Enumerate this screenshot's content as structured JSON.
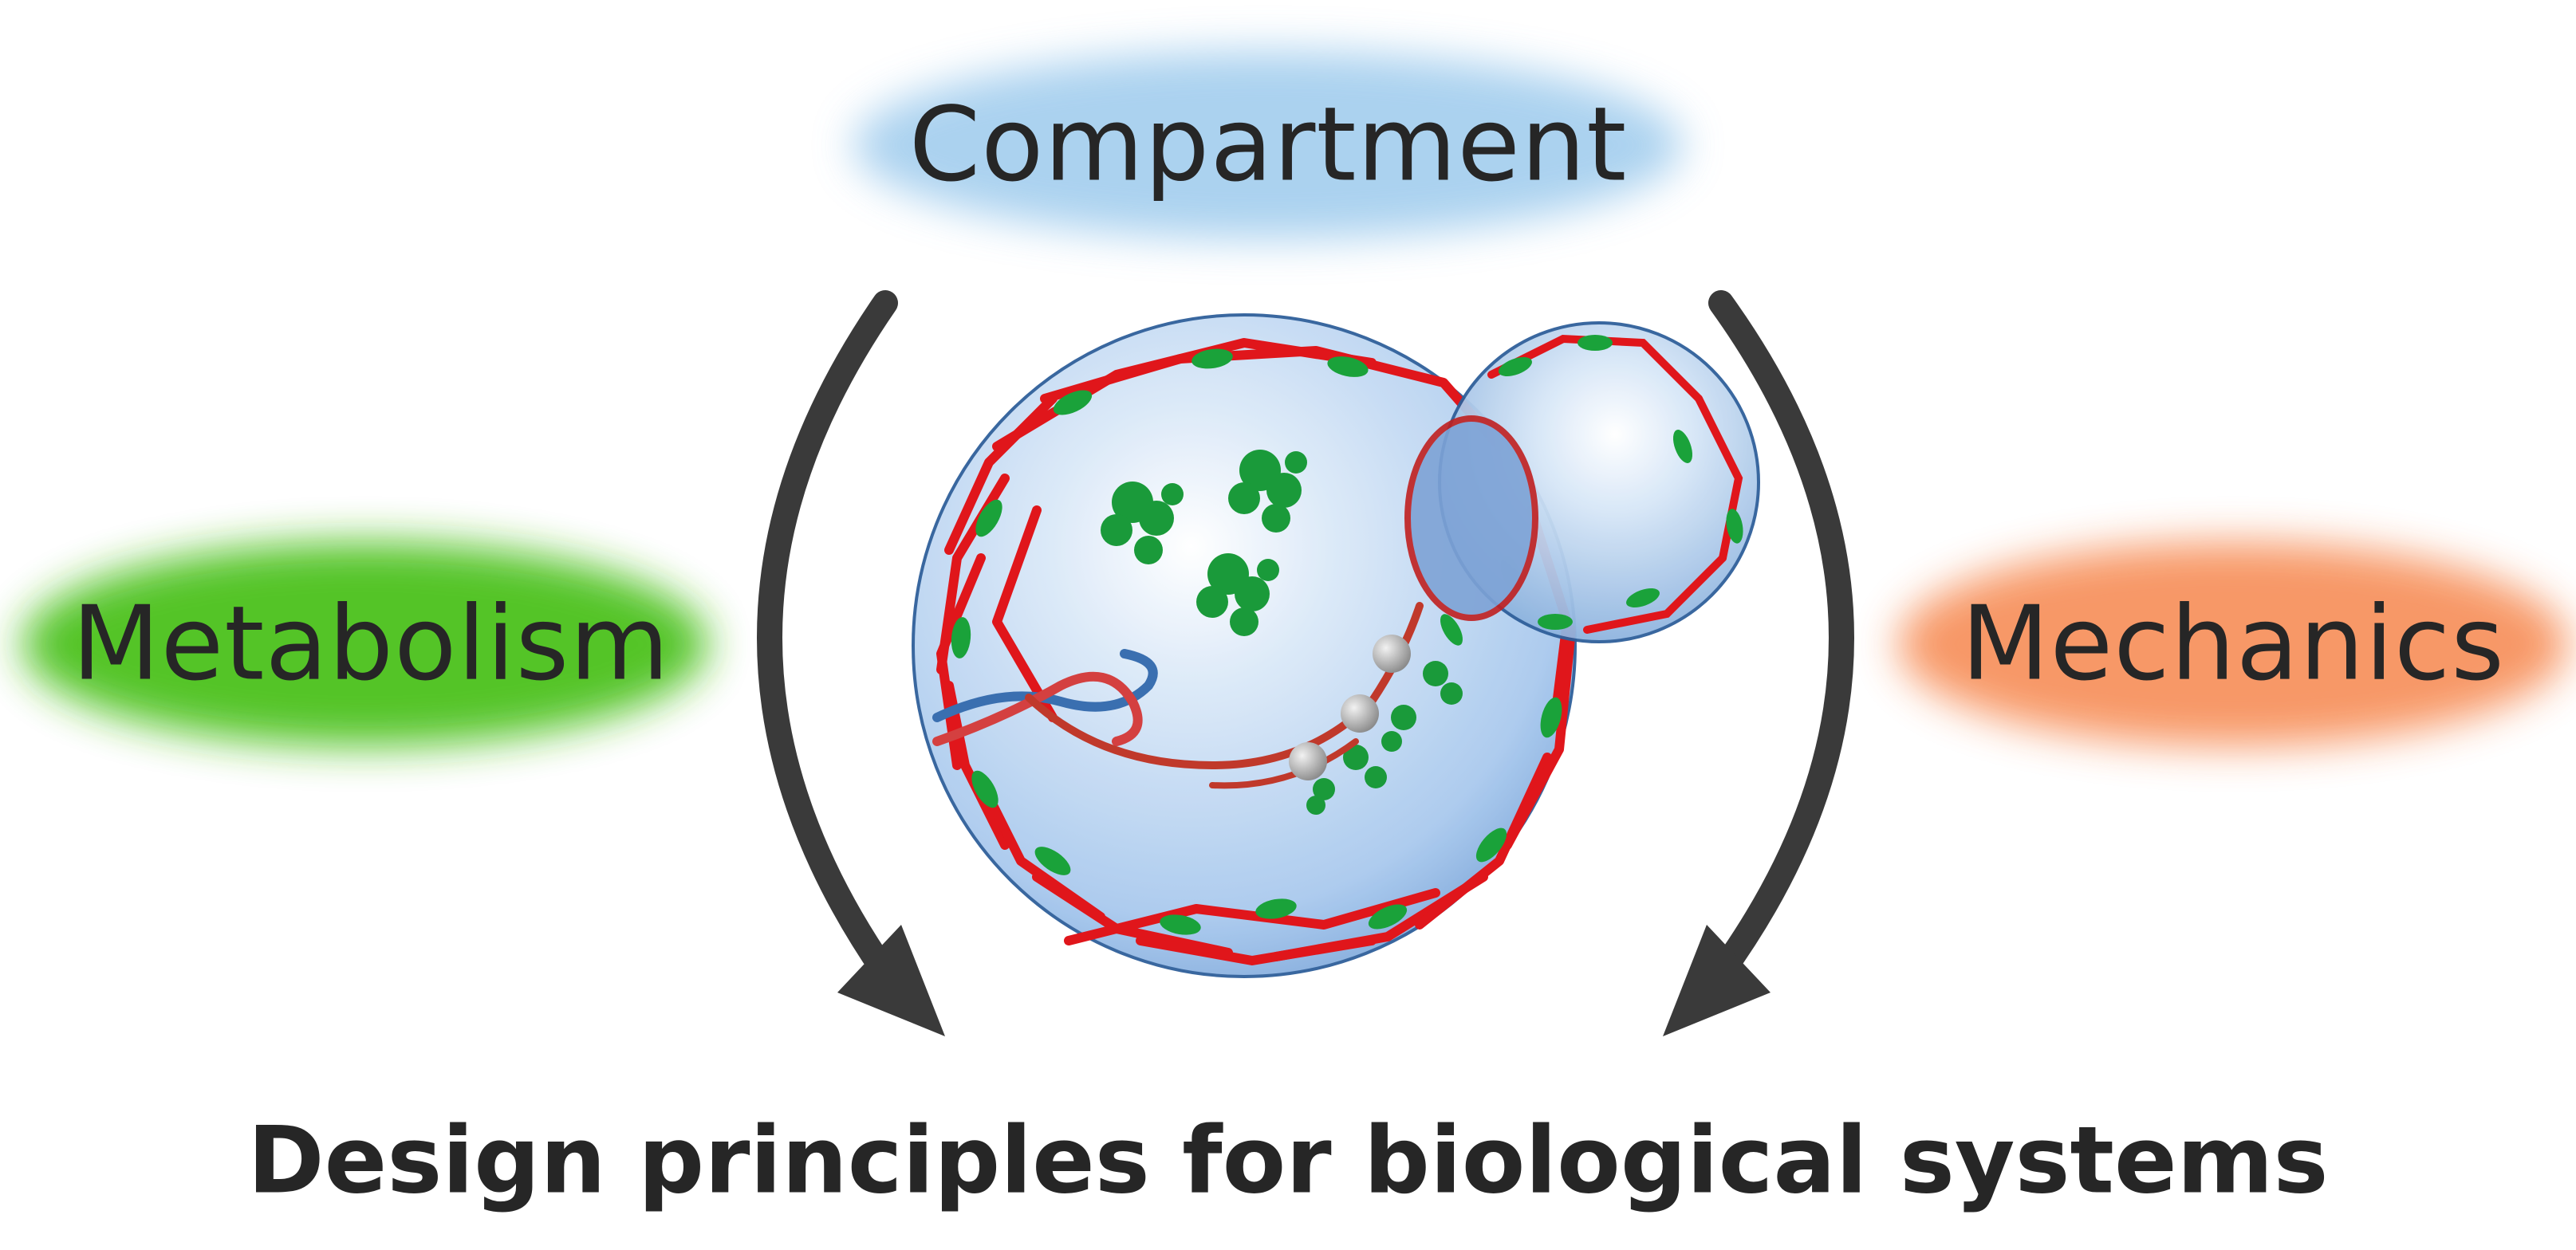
{
  "labels": {
    "compartment": "Compartment",
    "metabolism": "Metabolism",
    "mechanics": "Mechanics"
  },
  "title": "Design principles for biological systems",
  "colors": {
    "compartment_glow": "#8fc3ea",
    "metabolism_glow": "#4cc11f",
    "mechanics_glow": "#f7935e",
    "arrow": "#3a3a3a",
    "membrane": "#9cc3ea",
    "cytoskeleton": "#e0161b",
    "protein": "#1a9a3a"
  },
  "icons": [
    "cell-icon",
    "vesicle-icon",
    "dna-icon",
    "protein-icon",
    "arrow-icon"
  ]
}
